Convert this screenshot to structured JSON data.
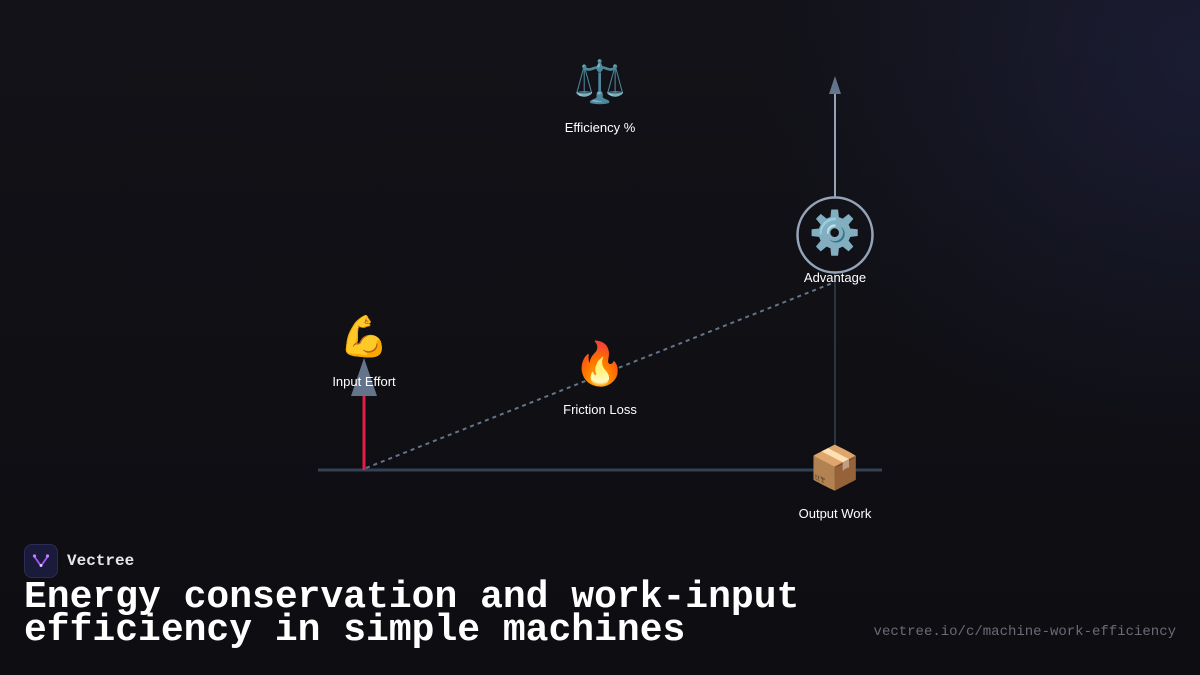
{
  "diagram": {
    "nodes": [
      {
        "id": "efficiency",
        "emoji": "⚖️",
        "label": "Efficiency %",
        "icon": "balance-scale-icon"
      },
      {
        "id": "advantage",
        "emoji": "⚙️",
        "label": "Advantage",
        "icon": "gear-icon"
      },
      {
        "id": "input",
        "emoji": "💪",
        "label": "Input Effort",
        "icon": "flexed-arm-icon"
      },
      {
        "id": "friction",
        "emoji": "🔥",
        "label": "Friction Loss",
        "icon": "fire-icon"
      },
      {
        "id": "output",
        "emoji": "📦",
        "label": "Output Work",
        "icon": "package-icon"
      }
    ],
    "colors": {
      "ground": "#334155",
      "effort_arrow": "#e11d48",
      "arrow_head": "#64748b",
      "lever": "#64748b",
      "advantage_ring": "#94a3b8",
      "output_arrow": "#94a3b8"
    }
  },
  "brand": {
    "name": "Vectree",
    "accent": "#a855f7"
  },
  "headline": "Energy conservation and work-input efficiency in simple machines",
  "url": "vectree.io/c/machine-work-efficiency"
}
